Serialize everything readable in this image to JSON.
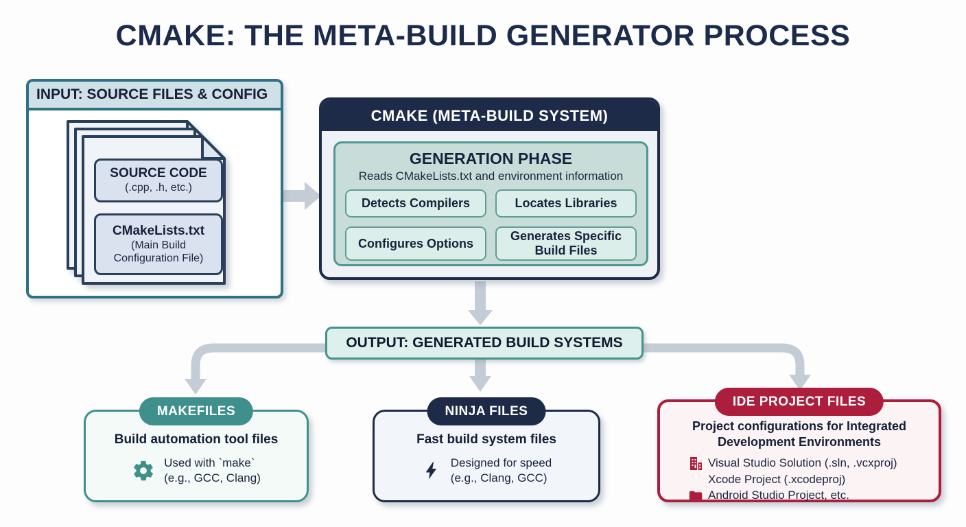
{
  "title": "CMAKE: THE META-BUILD GENERATOR PROCESS",
  "input": {
    "header": "INPUT: SOURCE FILES & CONFIG",
    "source_code": {
      "title": "SOURCE CODE",
      "subtitle": "(.cpp, .h, etc.)"
    },
    "cmakelists": {
      "title": "CMakeLists.txt",
      "subtitle": "(Main Build Configuration File)"
    }
  },
  "cmake": {
    "header": "CMAKE (META-BUILD SYSTEM)",
    "phase_title": "GENERATION PHASE",
    "phase_subtitle": "Reads CMakeLists.txt and environment information",
    "tasks": [
      "Detects Compilers",
      "Locates Libraries",
      "Configures Options",
      "Generates Specific Build Files"
    ]
  },
  "output_bar_label": "OUTPUT: GENERATED BUILD SYSTEMS",
  "outputs": {
    "makefiles": {
      "header": "MAKEFILES",
      "description": "Build automation tool files",
      "icon": "gear-icon",
      "detail_line1": "Used with `make`",
      "detail_line2": "(e.g., GCC, Clang)"
    },
    "ninja": {
      "header": "NINJA FILES",
      "description": "Fast build system files",
      "icon": "bolt-icon",
      "detail_line1": "Designed for speed",
      "detail_line2": "(e.g., Clang, GCC)"
    },
    "ide": {
      "header": "IDE PROJECT FILES",
      "description": "Project configurations for Integrated Development Environments",
      "icons": [
        "building-icon",
        "folder-icon"
      ],
      "items": [
        "Visual Studio Solution (.sln, .vcxproj)",
        "Xcode Project (.xcodeproj)",
        "Android Studio Project, etc."
      ]
    }
  },
  "colors": {
    "navy": "#1d2b48",
    "teal": "#3f908c",
    "teal_border": "#2f7186",
    "crimson": "#ac1e3c",
    "arrow_gray": "#c4ccd5",
    "panel_mint": "#c8ddd8",
    "output_mint": "#def0ec"
  }
}
